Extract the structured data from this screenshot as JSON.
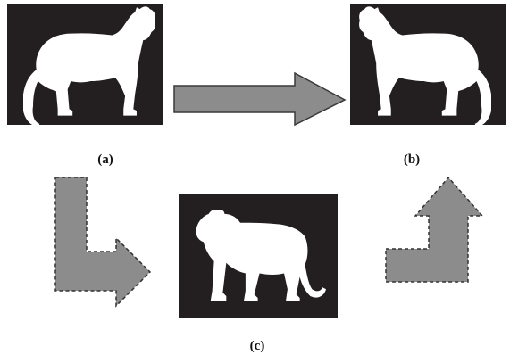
{
  "captions": {
    "a": "(a)",
    "b": "(b)",
    "c": "(c)"
  },
  "colors": {
    "panel_background": "#231f20",
    "silhouette": "#ffffff",
    "arrow_fill": "#8c8c8c",
    "arrow_stroke": "#3a3a3a",
    "caption": "#111111"
  },
  "icons": {
    "panel_a": "tiger-silhouette-icon",
    "panel_b": "tiger-silhouette-icon",
    "panel_c": "tiger-silhouette-icon",
    "arrow_ab": "right-arrow-icon",
    "arrow_c_left": "l-shaped-arrow-icon",
    "arrow_c_right": "l-shaped-arrow-icon"
  }
}
